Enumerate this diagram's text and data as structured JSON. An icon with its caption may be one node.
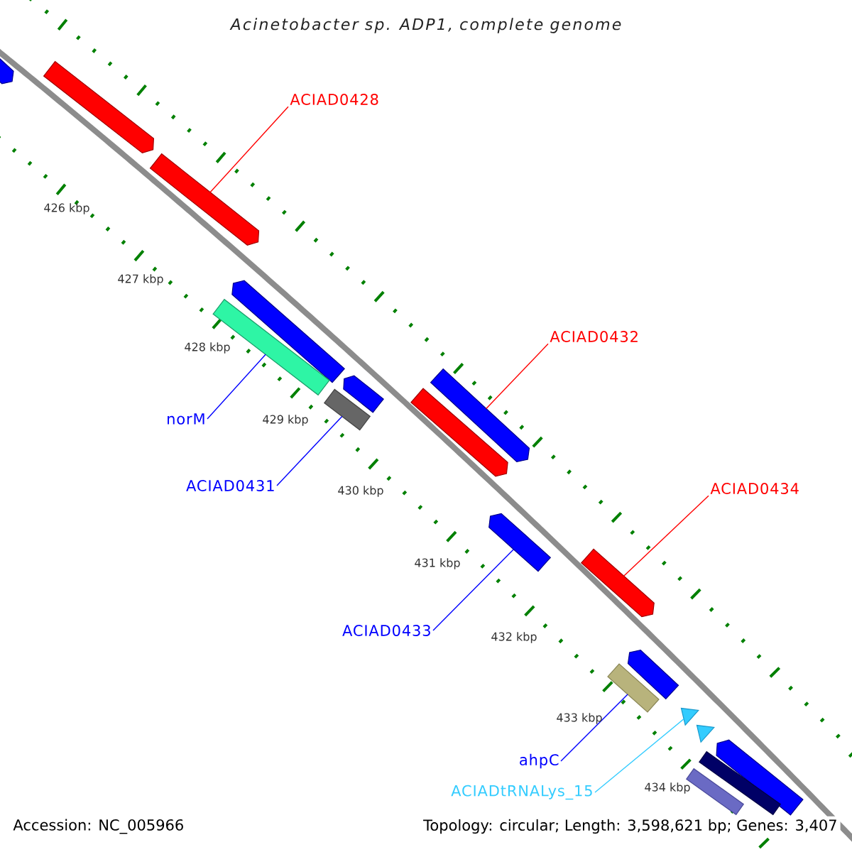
{
  "diagram": {
    "title": "Acinetobacter sp. ADP1, complete genome",
    "nodes": [
      {
        "text": [
          "ACIAD0428"
        ]
      },
      {
        "text": [],
        "shape": "pentagon"
      },
      {
        "text": [],
        "shape": "pentagon"
      },
      {
        "text": [],
        "shape": "pentagon"
      },
      {
        "text": [],
        "shape": "pentagon"
      },
      {
        "text": [],
        "shape": "box"
      },
      {
        "text": [],
        "shape": "pentagon"
      },
      {
        "text": [],
        "shape": "box"
      },
      {
        "text": [
          "ACIAD0432"
        ]
      },
      {
        "text": [],
        "shape": "pentagon"
      },
      {
        "text": [],
        "shape": "pentagon"
      },
      {
        "text": [
          "norM"
        ]
      },
      {
        "text": [
          "ACIAD0431"
        ]
      },
      {
        "text": [
          "ACIAD0434"
        ]
      },
      {
        "text": [],
        "shape": "pentagon"
      },
      {
        "text": [],
        "shape": "pentagon"
      },
      {
        "text": [
          "ACIAD0433"
        ]
      },
      {
        "text": [],
        "shape": "pentagon"
      },
      {
        "text": [],
        "shape": "box"
      },
      {
        "text": [],
        "shape": "triangle"
      },
      {
        "text": [],
        "shape": "triangle"
      },
      {
        "text": [
          "ahpC"
        ]
      },
      {
        "text": [],
        "shape": "pentagon"
      },
      {
        "text": [],
        "shape": "box"
      },
      {
        "text": [],
        "shape": "box"
      },
      {
        "text": [
          "ACIADtRNALys_15"
        ]
      }
    ],
    "edges": [
      {
        "from": 0,
        "to": 3,
        "arrow": "none",
        "color": "#ff0000"
      },
      {
        "from": 8,
        "to": 9,
        "arrow": "none",
        "color": "#ff0000"
      },
      {
        "from": 11,
        "to": 5,
        "arrow": "none"
      },
      {
        "from": 12,
        "to": 7,
        "arrow": "none"
      },
      {
        "from": 13,
        "to": 15,
        "arrow": "none",
        "color": "#ff0000"
      },
      {
        "from": 16,
        "to": 14,
        "arrow": "none"
      },
      {
        "from": 21,
        "to": 18,
        "arrow": "none"
      },
      {
        "from": 25,
        "to": 19,
        "arrow": "none",
        "color": "#33ccff"
      }
    ],
    "labels": [
      "426 kbp",
      "427 kbp",
      "428 kbp",
      "429 kbp",
      "430 kbp",
      "431 kbp",
      "432 kbp",
      "433 kbp",
      "434 kbp",
      "Accession: NC_005966",
      "Topology: circular; Length: 3,598,621 bp; Genes: 3,407"
    ]
  }
}
